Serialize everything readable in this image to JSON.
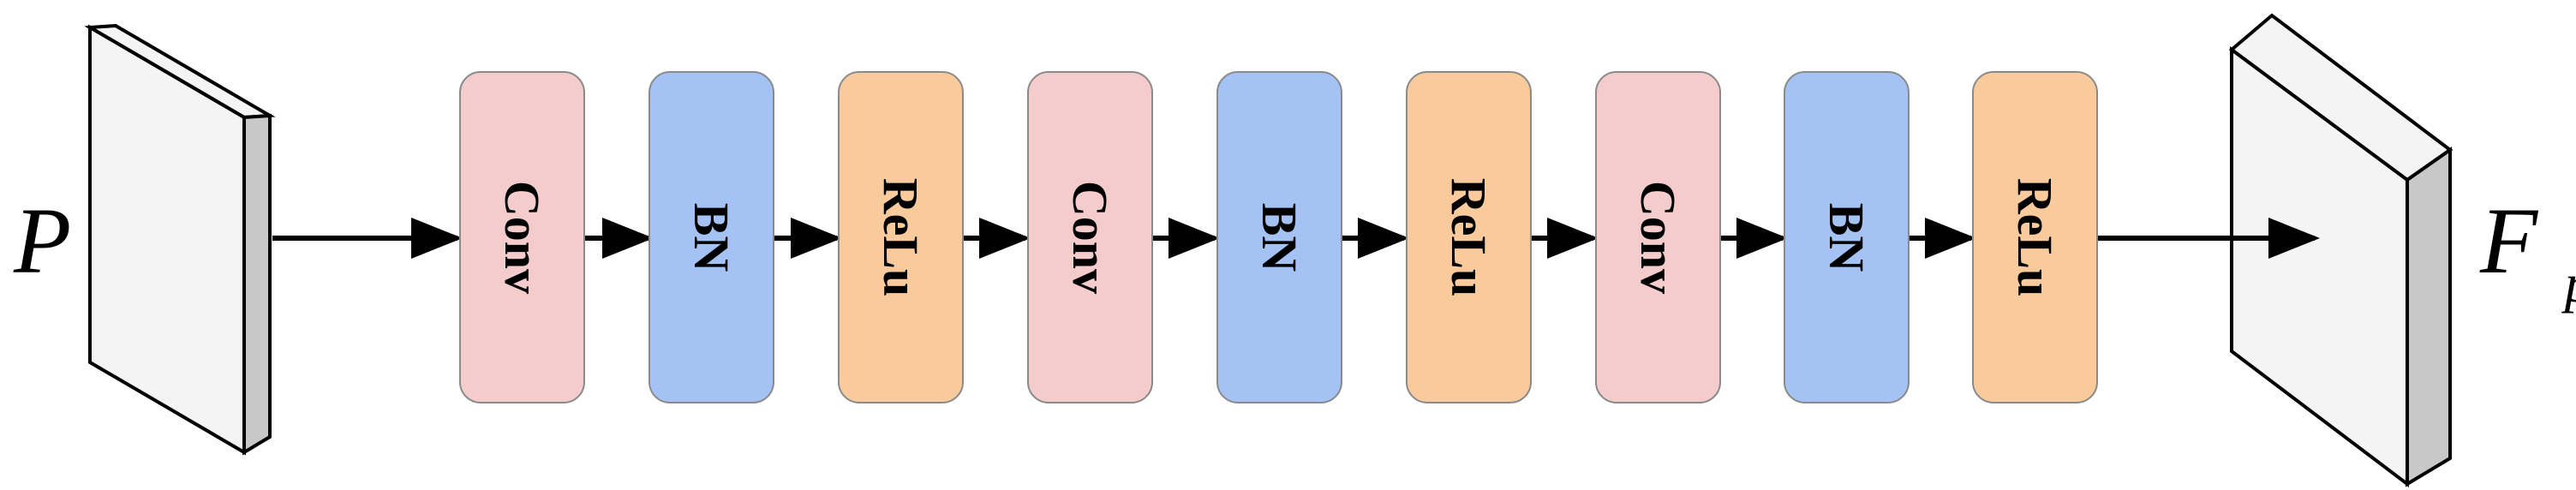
{
  "input": {
    "label": "P"
  },
  "output": {
    "label": "F",
    "subscript": "p"
  },
  "blocks": [
    {
      "label": "Conv",
      "color": "#f4cccc"
    },
    {
      "label": "BN",
      "color": "#a4c2f4"
    },
    {
      "label": "ReLu",
      "color": "#f9cb9c"
    },
    {
      "label": "Conv",
      "color": "#f4cccc"
    },
    {
      "label": "BN",
      "color": "#a4c2f4"
    },
    {
      "label": "ReLu",
      "color": "#f9cb9c"
    },
    {
      "label": "Conv",
      "color": "#f4cccc"
    },
    {
      "label": "BN",
      "color": "#a4c2f4"
    },
    {
      "label": "ReLu",
      "color": "#f9cb9c"
    }
  ],
  "colors": {
    "conv": "#f4cccc",
    "bn": "#a4c2f4",
    "relu": "#f9cb9c",
    "slab_face": "#f4f4f4",
    "slab_side": "#c8c8c8",
    "stroke": "#000000"
  }
}
